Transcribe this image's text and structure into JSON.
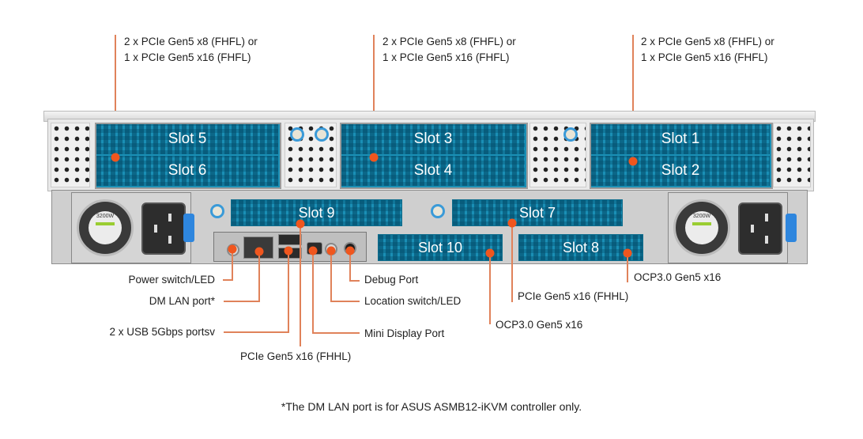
{
  "title": "Server rear panel diagram",
  "top_labels": [
    {
      "line1": "2 x PCIe Gen5 x8 (FHFL) or",
      "line2": "1 x PCIe Gen5 x16 (FHFL)"
    },
    {
      "line1": "2 x PCIe Gen5 x8 (FHFL) or",
      "line2": "1 x PCIe Gen5 x16 (FHFL)"
    },
    {
      "line1": "2 x PCIe Gen5 x8 (FHFL) or",
      "line2": "1 x PCIe Gen5 x16 (FHFL)"
    }
  ],
  "slots": {
    "s1": "Slot 1",
    "s2": "Slot 2",
    "s3": "Slot 3",
    "s4": "Slot 4",
    "s5": "Slot 5",
    "s6": "Slot 6",
    "s7": "Slot 7",
    "s8": "Slot 8",
    "s9": "Slot 9",
    "s10": "Slot 10"
  },
  "psu": {
    "rating": "3200W"
  },
  "callouts": {
    "power_switch": "Power switch/LED",
    "dm_lan": "DM LAN port*",
    "usb": "2 x USB 5Gbps portsv",
    "pcie_slot9": "PCIe Gen5 x16 (FHHL)",
    "debug": "Debug Port",
    "location": "Location switch/LED",
    "mini_dp": "Mini Display Port",
    "ocp_slot10": "OCP3.0 Gen5 x16",
    "pcie_slot7": "PCIe Gen5 x16 (FHHL)",
    "ocp_slot8": "OCP3.0 Gen5 x16"
  },
  "footnote": "*The DM LAN port is for ASUS ASMB12-iKVM controller only.",
  "colors": {
    "slot_blue": "#1a8fb5",
    "callout_orange": "#f0561e",
    "leader_line": "#e0825a"
  }
}
